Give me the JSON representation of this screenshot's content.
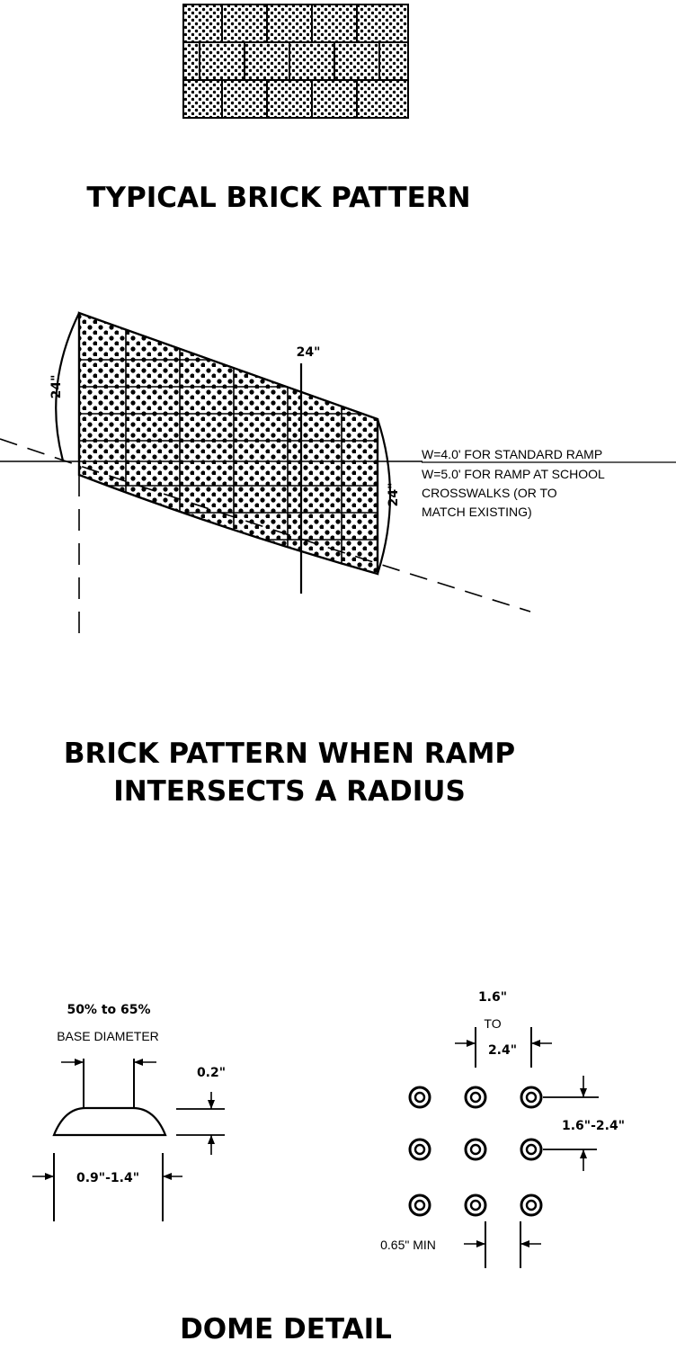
{
  "titles": {
    "typical": "TYPICAL BRICK PATTERN",
    "ramp_line1": "BRICK PATTERN WHEN RAMP",
    "ramp_line2": "INTERSECTS A RADIUS",
    "dome": "DOME DETAIL"
  },
  "ramp": {
    "dim_left": "24\"",
    "dim_top": "24\"",
    "dim_right": "24\"",
    "note_line1": "W=4.0' FOR STANDARD RAMP",
    "note_line2": "W=5.0' FOR RAMP AT SCHOOL",
    "note_line3": "CROSSWALKS (OR TO",
    "note_line4": "MATCH EXISTING)"
  },
  "dome": {
    "top_pct": "50% to 65%",
    "base_diameter": "BASE DIAMETER",
    "height": "0.2\"",
    "base_range": "0.9\"-1.4\"",
    "spacing_top1": "1.6\"",
    "spacing_top2": "TO",
    "spacing_top3": "2.4\"",
    "spacing_side": "1.6\"-2.4\"",
    "min_gap": "0.65\" MIN"
  },
  "colors": {
    "ink": "#000000",
    "paper": "#ffffff"
  }
}
